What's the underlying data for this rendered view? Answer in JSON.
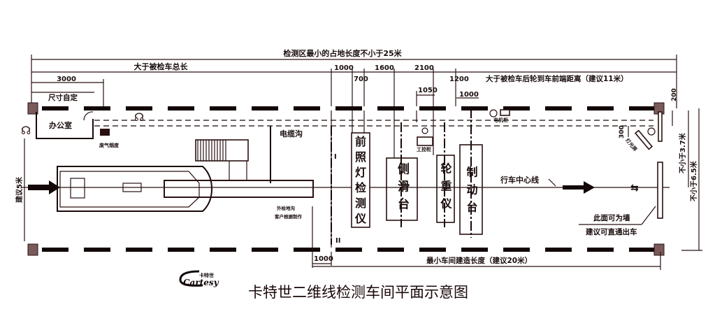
{
  "title": "卡特世二维线检测车间平面示意图",
  "logo": {
    "text": "卡特世",
    "script": "Cartesy"
  },
  "dimensions": {
    "total_length": "检测区最小的占地长度不小于25米",
    "over_vehicle_length": "大于被检车总长",
    "d3000": "3000",
    "custom_size": "尺寸自定",
    "d1000a": "1000",
    "d700": "700",
    "d1600": "1600",
    "d2100": "2100",
    "d1050": "1050",
    "d1200": "1200",
    "d1000b": "1000",
    "rear_wheel": "大于被检车后轮到车前端距离（建议11米）",
    "d200": "200",
    "d300": "300",
    "min_37": "不小于3.7米",
    "min_65": "不小于6.5米",
    "suggest_5": "建议5米",
    "d1000c": "1000",
    "min_building": "最小车间建造长度（建议20米）"
  },
  "labels": {
    "office": "办公室",
    "cable_trench": "电缆沟",
    "exhaust": "废气烟度",
    "pit_1": "外检地沟",
    "pit_2": "客户根据制作",
    "control_cabinet": "工控柜",
    "motor_cabinet": "电机柜",
    "screen": "灯光屏",
    "centerline": "行车中心线",
    "wall_1": "此面可为墙",
    "wall_2": "建议可直通出车",
    "mark_I": "I",
    "mark_II": "II"
  },
  "equipment": [
    {
      "name": "前照灯检测仪",
      "chars": [
        "前",
        "照",
        "灯",
        "检",
        "测",
        "仪"
      ]
    },
    {
      "name": "侧滑台",
      "chars": [
        "侧",
        "滑",
        "台"
      ]
    },
    {
      "name": "轮重仪",
      "chars": [
        "轮",
        "重",
        "仪"
      ]
    },
    {
      "name": "制动台",
      "chars": [
        "制",
        "动",
        "台"
      ]
    }
  ]
}
